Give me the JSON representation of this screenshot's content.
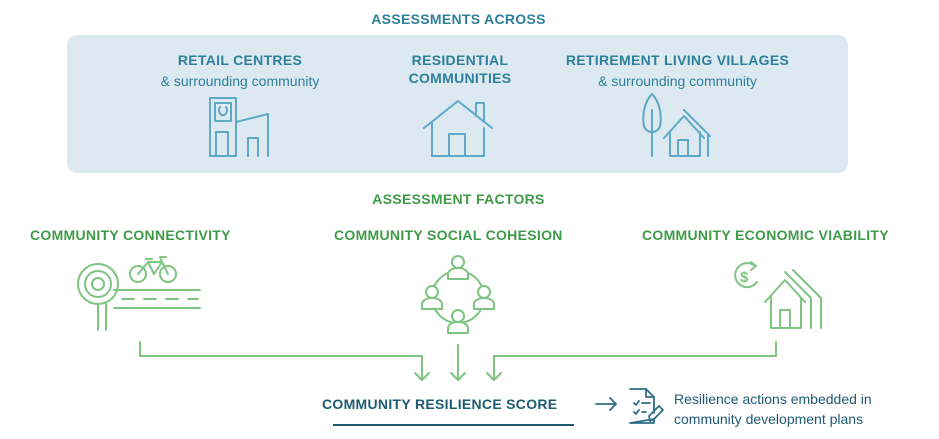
{
  "header": {
    "title": "ASSESSMENTS ACROSS"
  },
  "assessments": [
    {
      "title": "RETAIL CENTRES",
      "subtitle": "& surrounding community",
      "icon": "retail-building-icon"
    },
    {
      "title_line1": "RESIDENTIAL",
      "title_line2": "COMMUNITIES",
      "icon": "house-icon"
    },
    {
      "title": "RETIREMENT LIVING VILLAGES",
      "subtitle": "& surrounding community",
      "icon": "tree-house-icon"
    }
  ],
  "factors": {
    "title": "ASSESSMENT FACTORS",
    "items": [
      {
        "title": "COMMUNITY CONNECTIVITY",
        "icon": "bicycle-path-icon"
      },
      {
        "title": "COMMUNITY SOCIAL COHESION",
        "icon": "people-circle-icon"
      },
      {
        "title": "COMMUNITY ECONOMIC VIABILITY",
        "icon": "dollar-houses-icon"
      }
    ]
  },
  "score": {
    "label": "COMMUNITY RESILIENCE SCORE"
  },
  "outcome": {
    "line1": "Resilience actions embedded in",
    "line2": "community development plans",
    "icon": "checklist-document-icon"
  },
  "colors": {
    "teal": "#2e7f99",
    "green": "#3e9a48",
    "navy": "#1f5a73",
    "panel": "#dce9f0",
    "icon_teal": "#5fa9c8",
    "icon_green": "#7fc482"
  }
}
